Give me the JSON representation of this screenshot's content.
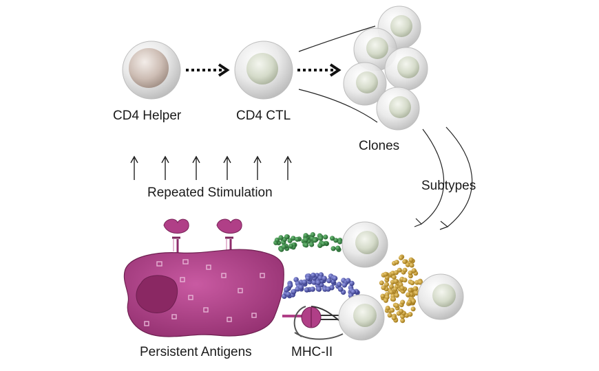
{
  "labels": {
    "cd4_helper": "CD4 Helper",
    "cd4_ctl": "CD4 CTL",
    "clones": "Clones",
    "subtypes": "Subtypes",
    "repeated_stimulation": "Repeated Stimulation",
    "persistent_antigens": "Persistent Antigens",
    "mhc_ii": "MHC-II"
  },
  "colors": {
    "cell_shell": "#d9d9d9",
    "helper_nucleus": "#c9b8b0",
    "ctl_nucleus": "#d5dccb",
    "antigen_cell": "#b03f87",
    "granule_green": "#2e7d3a",
    "granule_blue": "#4a4fa8",
    "granule_gold": "#c99a22",
    "arrow": "#111111"
  },
  "icons": {
    "transition_arrow": "dotted-chevron-arrow",
    "stimulation_arrow": "up-arrow"
  }
}
